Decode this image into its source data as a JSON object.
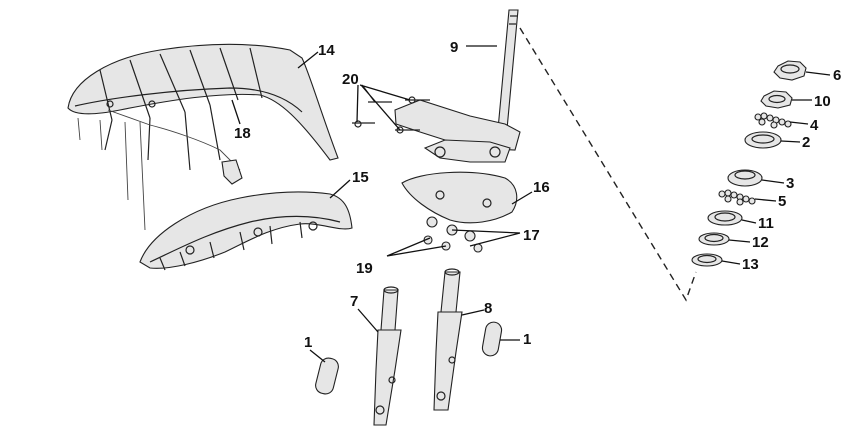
{
  "callouts": [
    {
      "id": "c14",
      "text": "14"
    },
    {
      "id": "c18",
      "text": "18"
    },
    {
      "id": "c15",
      "text": "15"
    },
    {
      "id": "c20",
      "text": "20"
    },
    {
      "id": "c9",
      "text": "9"
    },
    {
      "id": "c16",
      "text": "16"
    },
    {
      "id": "c17",
      "text": "17"
    },
    {
      "id": "c19",
      "text": "19"
    },
    {
      "id": "c7",
      "text": "7"
    },
    {
      "id": "c8",
      "text": "8"
    },
    {
      "id": "c1a",
      "text": "1"
    },
    {
      "id": "c1b",
      "text": "1"
    },
    {
      "id": "c6",
      "text": "6"
    },
    {
      "id": "c10",
      "text": "10"
    },
    {
      "id": "c4",
      "text": "4"
    },
    {
      "id": "c2",
      "text": "2"
    },
    {
      "id": "c3",
      "text": "3"
    },
    {
      "id": "c5",
      "text": "5"
    },
    {
      "id": "c11",
      "text": "11"
    },
    {
      "id": "c12",
      "text": "12"
    },
    {
      "id": "c13",
      "text": "13"
    }
  ]
}
